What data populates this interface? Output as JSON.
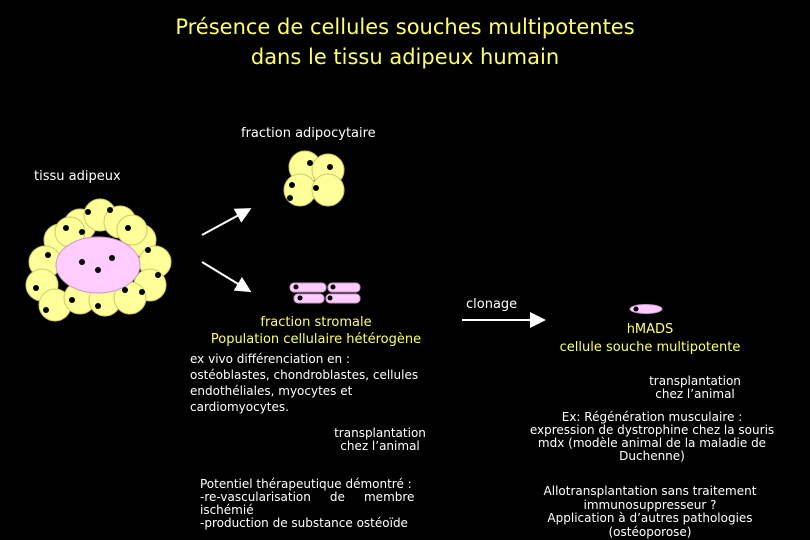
{
  "title": {
    "line1": "Présence de cellules souches multipotentes",
    "line2": "dans le tissu adipeux humain"
  },
  "labels": {
    "fraction_adipocytaire": "fraction adipocytaire",
    "tissu_adipeux": "tissu adipeux",
    "clonage": "clonage"
  },
  "stromal": {
    "line1": "fraction stromale",
    "line2": "Population cellulaire hétérogène",
    "exvivo": [
      "ex vivo différenciation en :",
      "ostéoblastes, chondroblastes, cellules",
      "endothéliales, myocytes et",
      "cardiomyocytes."
    ],
    "transplantation": [
      "transplantation",
      "chez l’animal"
    ],
    "potentiel": [
      "Potentiel thérapeutique démontré :",
      "-re-vascularisation     de     membre",
      "ischémié",
      "-production de substance ostéoïde"
    ]
  },
  "hmads": {
    "line1": "hMADS",
    "line2": "cellule souche multipotente",
    "transplantation": [
      "transplantation",
      "chez l’animal"
    ],
    "example": [
      "Ex: Régénération musculaire :",
      "expression de dystrophine chez la souris",
      "mdx (modèle animal de la maladie de",
      "Duchenne)"
    ],
    "allo": [
      "Allotransplantation sans traitement",
      "immunosuppresseur ?",
      "Application à d’autres  pathologies",
      "(ostéoporose)"
    ]
  },
  "colors": {
    "background": "#000000",
    "title": "#ffff66",
    "adipocyte": "#ffff99",
    "stroma": "#ffccff",
    "nucleus": "#000000",
    "text": "#ffffff"
  }
}
